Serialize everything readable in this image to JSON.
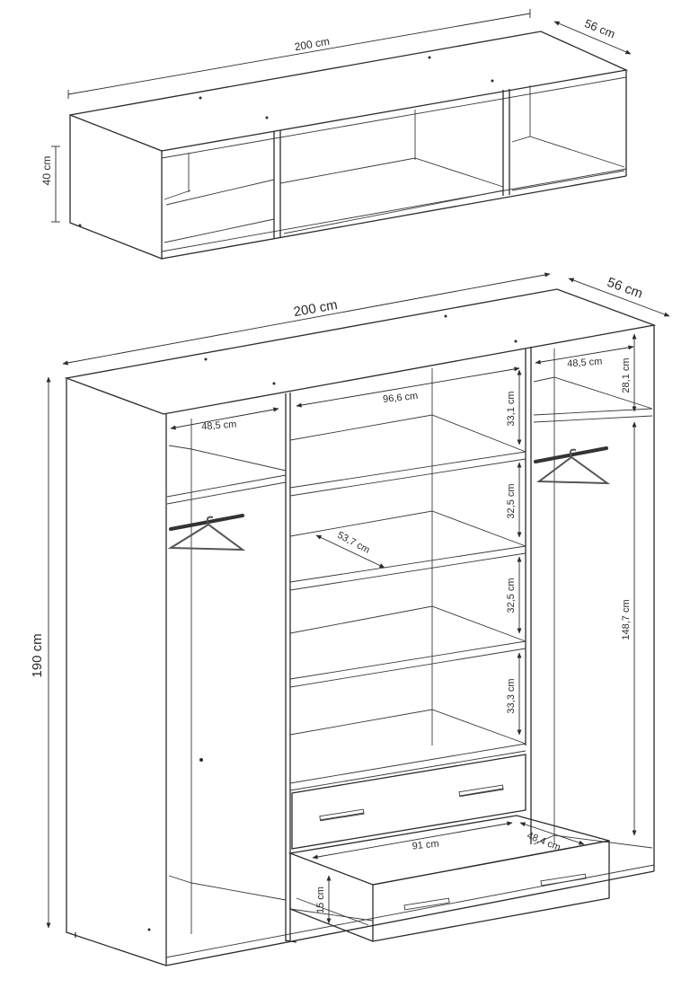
{
  "diagram": {
    "colors": {
      "line": "#2b2b2b",
      "rod": "#333333",
      "hanger": "#555555",
      "background": "#ffffff"
    },
    "top_unit": {
      "width_label": "200 cm",
      "depth_label": "56 cm",
      "height_label": "40 cm"
    },
    "wardrobe": {
      "width_label": "200 cm",
      "depth_label": "56 cm",
      "height_label": "190 cm",
      "left_compartment_width": "48,5 cm",
      "right_compartment_width": "48,5 cm",
      "right_top_shelf_height": "28,1 cm",
      "hanging_height": "148,7 cm",
      "middle_width": "96,6 cm",
      "shelf_gap_1": "33,1 cm",
      "shelf_gap_2": "32,5 cm",
      "shelf_gap_3": "32,5 cm",
      "shelf_gap_4": "33,3 cm",
      "shelf_depth": "53,7 cm",
      "drawer_width": "91 cm",
      "drawer_depth": "48,4 cm",
      "drawer_height": "15 cm"
    }
  }
}
